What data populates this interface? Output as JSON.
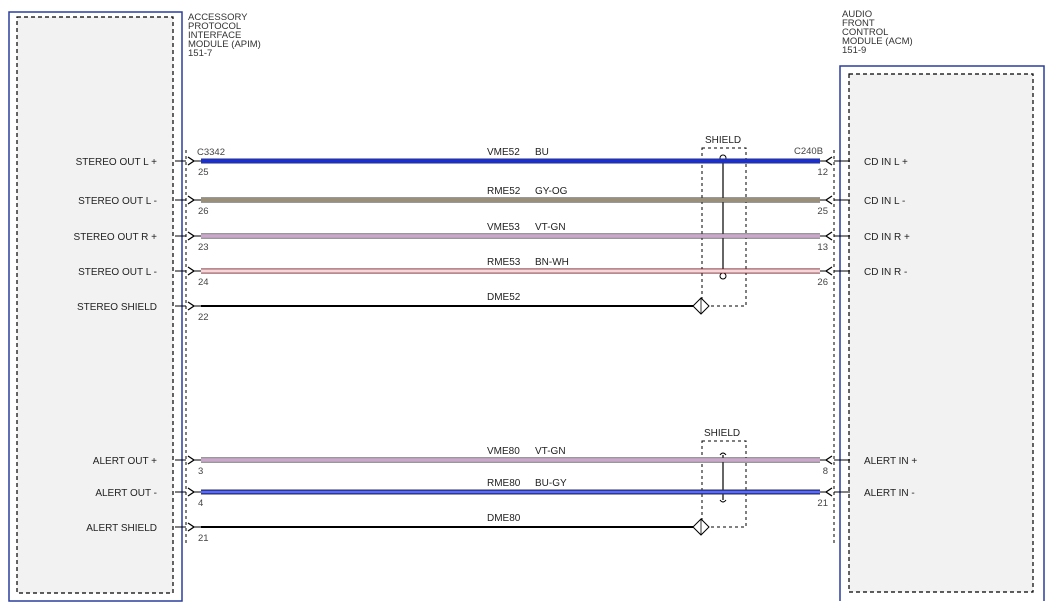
{
  "left_module": {
    "title_lines": [
      "ACCESSORY",
      "PROTOCOL",
      "INTERFACE",
      "MODULE (APIM)",
      "151-7"
    ],
    "connector": "C3342"
  },
  "right_module": {
    "title_lines": [
      "AUDIO",
      "FRONT",
      "CONTROL",
      "MODULE (ACM)",
      "151-9"
    ],
    "connector": "C240B"
  },
  "shield_labels": [
    "SHIELD",
    "SHIELD"
  ],
  "wires": [
    {
      "left_label": "STEREO OUT L +",
      "left_pin": "25",
      "circuit": "VME52",
      "color_code": "BU",
      "right_pin": "12",
      "right_label": "CD IN L +",
      "stripe": "#1a2fd6",
      "core": "#1a2fd6"
    },
    {
      "left_label": "STEREO OUT L -",
      "left_pin": "26",
      "circuit": "RME52",
      "color_code": "GY-OG",
      "right_pin": "25",
      "right_label": "CD IN L -",
      "stripe": "#9a8f7a",
      "core": "#9a8f7a"
    },
    {
      "left_label": "STEREO OUT R +",
      "left_pin": "23",
      "circuit": "VME53",
      "color_code": "VT-GN",
      "right_pin": "13",
      "right_label": "CD IN R +",
      "stripe": "#d68fd6",
      "core": "#9bd49b"
    },
    {
      "left_label": "STEREO OUT L -",
      "left_pin": "24",
      "circuit": "RME53",
      "color_code": "BN-WH",
      "right_pin": "26",
      "right_label": "CD IN R -",
      "stripe": "#e8909a",
      "core": "#ffffff"
    },
    {
      "left_label": "STEREO SHIELD",
      "left_pin": "22",
      "circuit": "DME52",
      "color_code": "",
      "right_pin": "",
      "right_label": "",
      "stripe": "#000000",
      "core": "#000000"
    },
    {
      "left_label": "ALERT OUT +",
      "left_pin": "3",
      "circuit": "VME80",
      "color_code": "VT-GN",
      "right_pin": "8",
      "right_label": "ALERT IN +",
      "stripe": "#d68fd6",
      "core": "#9bd49b"
    },
    {
      "left_label": "ALERT OUT -",
      "left_pin": "4",
      "circuit": "RME80",
      "color_code": "BU-GY",
      "right_pin": "21",
      "right_label": "ALERT IN -",
      "stripe": "#2233cc",
      "core": "#8a93c8"
    },
    {
      "left_label": "ALERT SHIELD",
      "left_pin": "21",
      "circuit": "DME80",
      "color_code": "",
      "right_pin": "",
      "right_label": "",
      "stripe": "#000000",
      "core": "#000000"
    }
  ]
}
